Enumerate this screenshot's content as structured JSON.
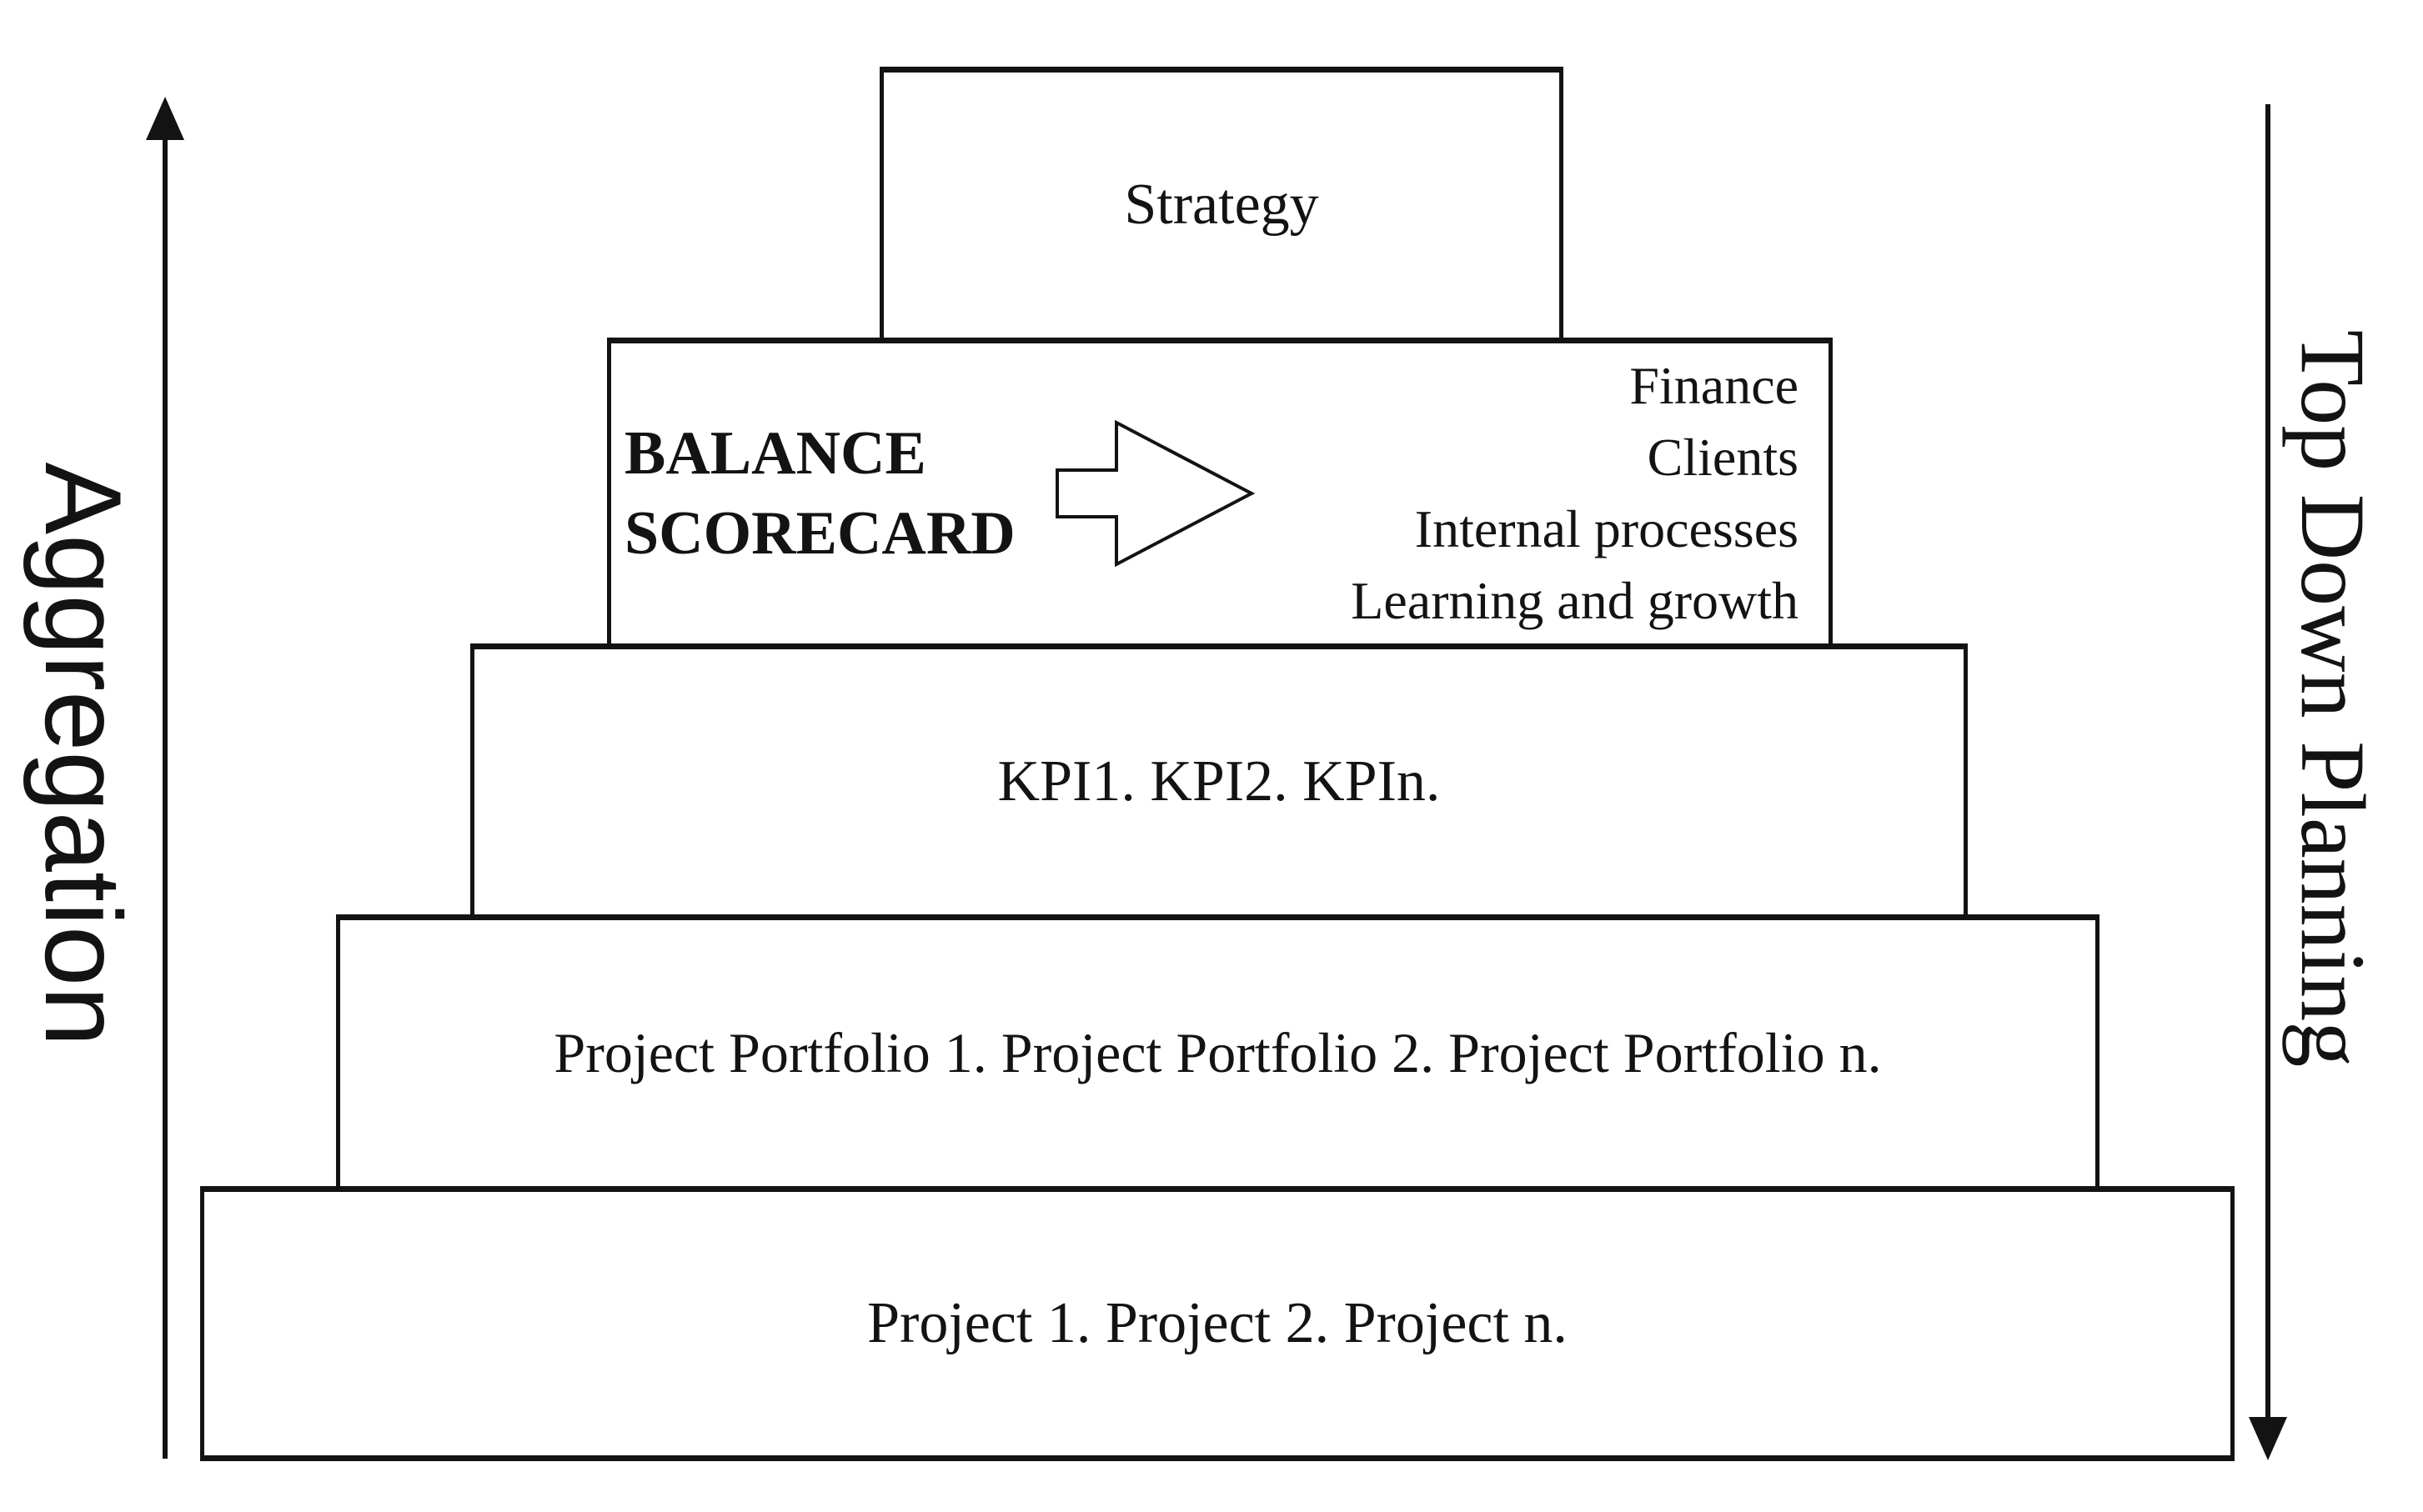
{
  "figure": {
    "background": "#ffffff",
    "ink": "#131313"
  },
  "left_axis": {
    "label": "Aggregation",
    "direction": "up"
  },
  "right_axis": {
    "label": "Top Down Planning",
    "direction": "down"
  },
  "levels": [
    {
      "name": "strategy",
      "text": "Strategy"
    },
    {
      "name": "balanced-scorecard",
      "title": "BALANCE SCORECARD",
      "arrow_icon": "right-block-arrow",
      "perspectives": [
        "Finance",
        "Clients",
        "Internal processes",
        "Learning and growth"
      ]
    },
    {
      "name": "kpi",
      "text": "KPI1. KPI2. KPIn."
    },
    {
      "name": "project-portfolios",
      "text": "Project Portfolio 1. Project Portfolio 2. Project Portfolio n."
    },
    {
      "name": "projects",
      "text": "Project 1. Project 2. Project n."
    }
  ]
}
